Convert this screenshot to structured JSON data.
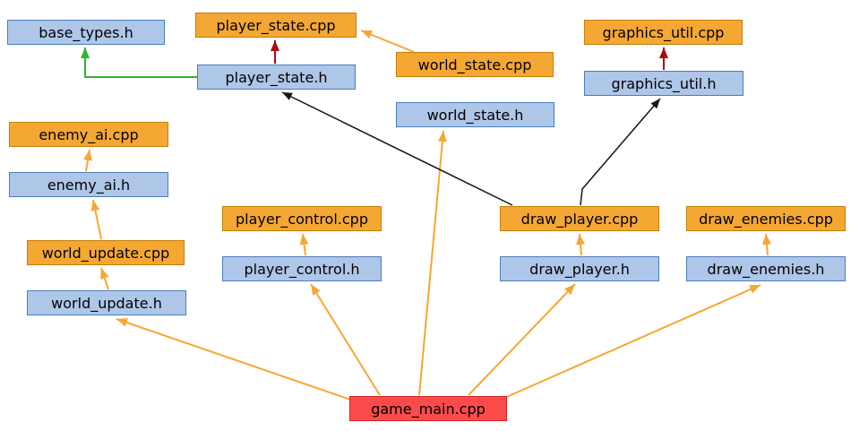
{
  "diagram": {
    "kind": "file-dependency-graph",
    "background": "#ffffff",
    "colors": {
      "header_fill": "#aec6e8",
      "header_border": "#4a7ebc",
      "source_fill": "#f5a733",
      "source_border": "#c77f06",
      "main_fill": "#fb4b4b",
      "main_border": "#d42222",
      "edge_orange": "#f5a733",
      "edge_green": "#2db52d",
      "edge_darkred": "#ad0a0a",
      "edge_black": "#161616"
    },
    "nodes": [
      {
        "id": "base_types_h",
        "label": "base_types.h",
        "kind": "header"
      },
      {
        "id": "player_state_cpp",
        "label": "player_state.cpp",
        "kind": "source"
      },
      {
        "id": "player_state_h",
        "label": "player_state.h",
        "kind": "header"
      },
      {
        "id": "world_state_cpp",
        "label": "world_state.cpp",
        "kind": "source"
      },
      {
        "id": "world_state_h",
        "label": "world_state.h",
        "kind": "header"
      },
      {
        "id": "graphics_util_cpp",
        "label": "graphics_util.cpp",
        "kind": "source"
      },
      {
        "id": "graphics_util_h",
        "label": "graphics_util.h",
        "kind": "header"
      },
      {
        "id": "enemy_ai_cpp",
        "label": "enemy_ai.cpp",
        "kind": "source"
      },
      {
        "id": "enemy_ai_h",
        "label": "enemy_ai.h",
        "kind": "header"
      },
      {
        "id": "world_update_cpp",
        "label": "world_update.cpp",
        "kind": "source"
      },
      {
        "id": "world_update_h",
        "label": "world_update.h",
        "kind": "header"
      },
      {
        "id": "player_control_cpp",
        "label": "player_control.cpp",
        "kind": "source"
      },
      {
        "id": "player_control_h",
        "label": "player_control.h",
        "kind": "header"
      },
      {
        "id": "draw_player_cpp",
        "label": "draw_player.cpp",
        "kind": "source"
      },
      {
        "id": "draw_player_h",
        "label": "draw_player.h",
        "kind": "header"
      },
      {
        "id": "draw_enemies_cpp",
        "label": "draw_enemies.cpp",
        "kind": "source"
      },
      {
        "id": "draw_enemies_h",
        "label": "draw_enemies.h",
        "kind": "header"
      },
      {
        "id": "game_main_cpp",
        "label": "game_main.cpp",
        "kind": "main"
      }
    ],
    "edges": [
      {
        "from": "player_state_h",
        "to": "base_types.h",
        "color": "green"
      },
      {
        "from": "player_state_h",
        "to": "player_state.cpp",
        "color": "darkred"
      },
      {
        "from": "world_state_cpp",
        "to": "player_state.cpp",
        "color": "orange"
      },
      {
        "from": "game_main_cpp",
        "to": "world_state.h",
        "color": "orange"
      },
      {
        "from": "draw_player_cpp",
        "to": "player_state.h",
        "color": "black"
      },
      {
        "from": "draw_player_cpp",
        "to": "graphics_util.h",
        "color": "black"
      },
      {
        "from": "graphics_util_h",
        "to": "graphics_util.cpp",
        "color": "darkred"
      },
      {
        "from": "enemy_ai_h",
        "to": "enemy_ai.cpp",
        "color": "orange"
      },
      {
        "from": "world_update_cpp",
        "to": "enemy_ai.h",
        "color": "orange"
      },
      {
        "from": "world_update_h",
        "to": "world_update.cpp",
        "color": "orange"
      },
      {
        "from": "player_control_h",
        "to": "player_control.cpp",
        "color": "orange"
      },
      {
        "from": "draw_player_h",
        "to": "draw_player.cpp",
        "color": "orange"
      },
      {
        "from": "draw_enemies_h",
        "to": "draw_enemies.cpp",
        "color": "orange"
      },
      {
        "from": "game_main_cpp",
        "to": "world_update.h",
        "color": "orange"
      },
      {
        "from": "game_main_cpp",
        "to": "player_control.h",
        "color": "orange"
      },
      {
        "from": "game_main_cpp",
        "to": "draw_player.h",
        "color": "orange"
      },
      {
        "from": "game_main_cpp",
        "to": "draw_enemies.h",
        "color": "orange"
      }
    ]
  }
}
